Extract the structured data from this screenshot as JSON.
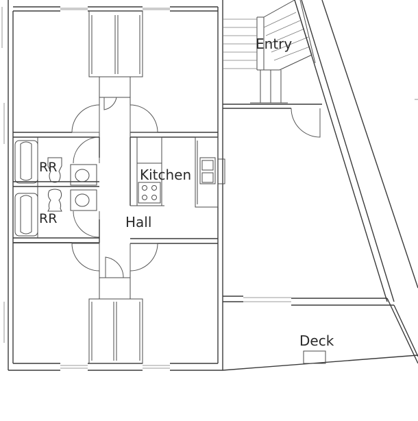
{
  "rooms": {
    "entry": "Entry",
    "rr_top": "RR",
    "rr_bottom": "RR",
    "kitchen": "Kitchen",
    "hall": "Hall",
    "deck": "Deck"
  }
}
